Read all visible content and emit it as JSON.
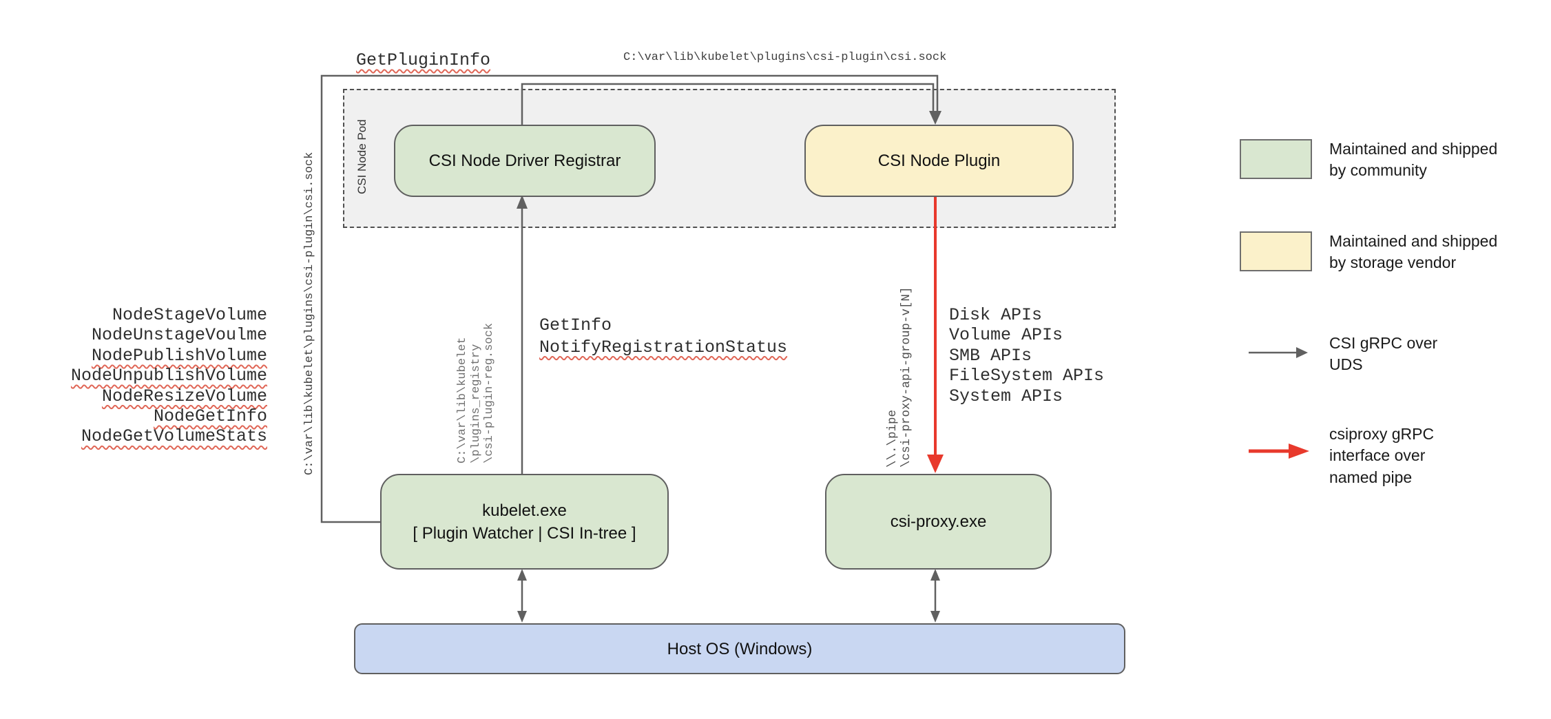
{
  "diagram": {
    "pod_label": "CSI Node Pod",
    "nodes": {
      "registrar": "CSI Node Driver Registrar",
      "plugin": "CSI Node Plugin",
      "kubelet_line1": "kubelet.exe",
      "kubelet_line2": "[ Plugin Watcher | CSI In-tree ]",
      "csi_proxy": "csi-proxy.exe",
      "host_os": "Host OS (Windows)"
    },
    "labels": {
      "get_plugin_info": "GetPluginInfo",
      "csi_sock_top": "C:\\var\\lib\\kubelet\\plugins\\csi-plugin\\csi.sock",
      "csi_sock_vertical": "C:\\var\\lib\\kubelet\\plugins\\csi-plugin\\csi.sock",
      "registry_sock": "C:\\var\\lib\\kubelet\n\\plugins_registry\n\\csi-plugin-reg.sock",
      "pipe_path": "\\\\.\\pipe\n\\csi-proxy-api-group-v[N]",
      "get_info": "GetInfo",
      "notify_registration_status": "NotifyRegistrationStatus"
    },
    "left_rpcs": [
      "NodeStageVolume",
      "NodeUnstageVoulme",
      "NodePublishVolume",
      "NodeUnpublishVolume",
      "NodeResizeVolume",
      "NodeGetInfo",
      "NodeGetVolumeStats"
    ],
    "left_rpcs_flagged": [
      false,
      false,
      true,
      true,
      true,
      true,
      true
    ],
    "api_list": [
      "Disk APIs",
      "Volume APIs",
      "SMB APIs",
      "FileSystem APIs",
      "System APIs"
    ]
  },
  "legend": {
    "community": "Maintained and shipped\nby community",
    "vendor": "Maintained and shipped\nby storage vendor",
    "uds": "CSI gRPC over\nUDS",
    "named_pipe": "csiproxy gRPC\ninterface over\nnamed pipe"
  },
  "colors": {
    "community_green": "#d9e7d0",
    "vendor_yellow": "#fbf1ca",
    "host_blue": "#c9d7f2",
    "pod_gray": "#f0f0f0",
    "wire_gray": "#606060",
    "pipe_red": "#e8392c",
    "spellcheck_red": "#e06656"
  }
}
